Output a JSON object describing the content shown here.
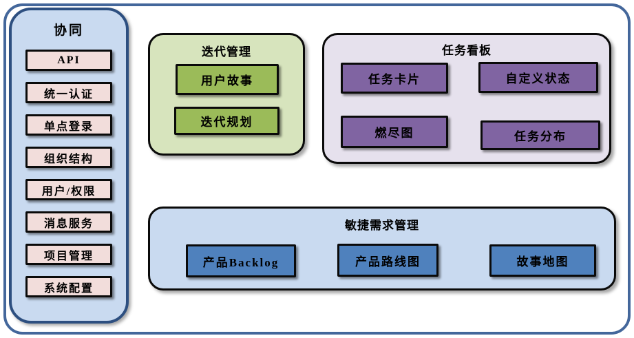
{
  "sidebar": {
    "title": "协同",
    "items": [
      "API",
      "统一认证",
      "单点登录",
      "组织结构",
      "用户/权限",
      "消息服务",
      "项目管理",
      "系统配置"
    ]
  },
  "groups": {
    "iteration": {
      "title": "迭代管理",
      "items": [
        "用户故事",
        "迭代规划"
      ]
    },
    "kanban": {
      "title": "任务看板",
      "items": [
        "任务卡片",
        "自定义状态",
        "燃尽图",
        "任务分布"
      ]
    },
    "agile": {
      "title": "敏捷需求管理",
      "items": [
        "产品Backlog",
        "产品路线图",
        "故事地图"
      ]
    }
  },
  "colors": {
    "frame_border": "#44679B",
    "sidebar_border": "#2D4F80",
    "sidebar_fill": "#C9DAF0",
    "sidebar_item_fill": "#F2DDDB",
    "iteration_fill": "#D7E4BD",
    "iteration_item_fill": "#9BBB59",
    "kanban_fill": "#E6E1ED",
    "kanban_item_fill": "#8064A2",
    "agile_fill": "#C9DAF0",
    "agile_item_fill": "#4F81BD",
    "item_border": "#0A0A0A",
    "text": "#000000"
  }
}
